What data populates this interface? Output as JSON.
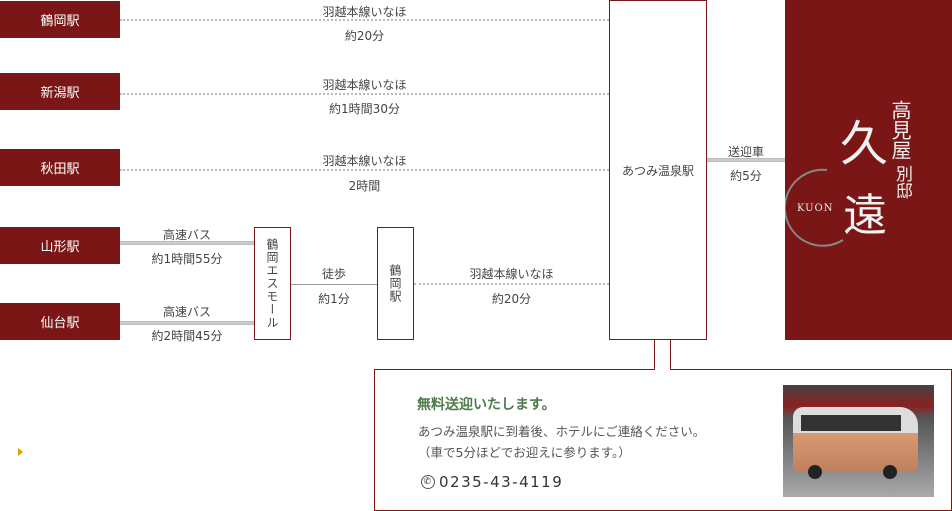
{
  "stations": [
    {
      "label": "鶴岡駅",
      "line": "羽越本線いなほ",
      "time": "約20分"
    },
    {
      "label": "新潟駅",
      "line": "羽越本線いなほ",
      "time": "約1時間30分"
    },
    {
      "label": "秋田駅",
      "line": "羽越本線いなほ",
      "time": "2時間"
    },
    {
      "label": "山形駅",
      "line": "高速バス",
      "time": "約1時間55分"
    },
    {
      "label": "仙台駅",
      "line": "高速バス",
      "time": "約2時間45分"
    }
  ],
  "transfer": {
    "small": "鶴岡エスモール",
    "walk": "徒歩",
    "walk_time": "約1分",
    "tsuruoka": "鶴岡駅",
    "train": "羽越本線いなほ",
    "train_time": "約20分"
  },
  "atsumi": "あつみ温泉駅",
  "shuttle": {
    "label": "送迎車",
    "time": "約5分"
  },
  "hotel": {
    "name": "高見屋別邸 久遠",
    "roman": "KUON"
  },
  "info": {
    "title": "無料送迎いたします。",
    "line1": "あつみ温泉駅に到着後、ホテルにご連絡ください。",
    "line2": "（車で5分ほどでお迎えに参ります。）",
    "phone": "0235-43-4119"
  },
  "colors": {
    "brand": "#7a1616",
    "green": "#4e7a4e",
    "accent": "#e0a000"
  }
}
